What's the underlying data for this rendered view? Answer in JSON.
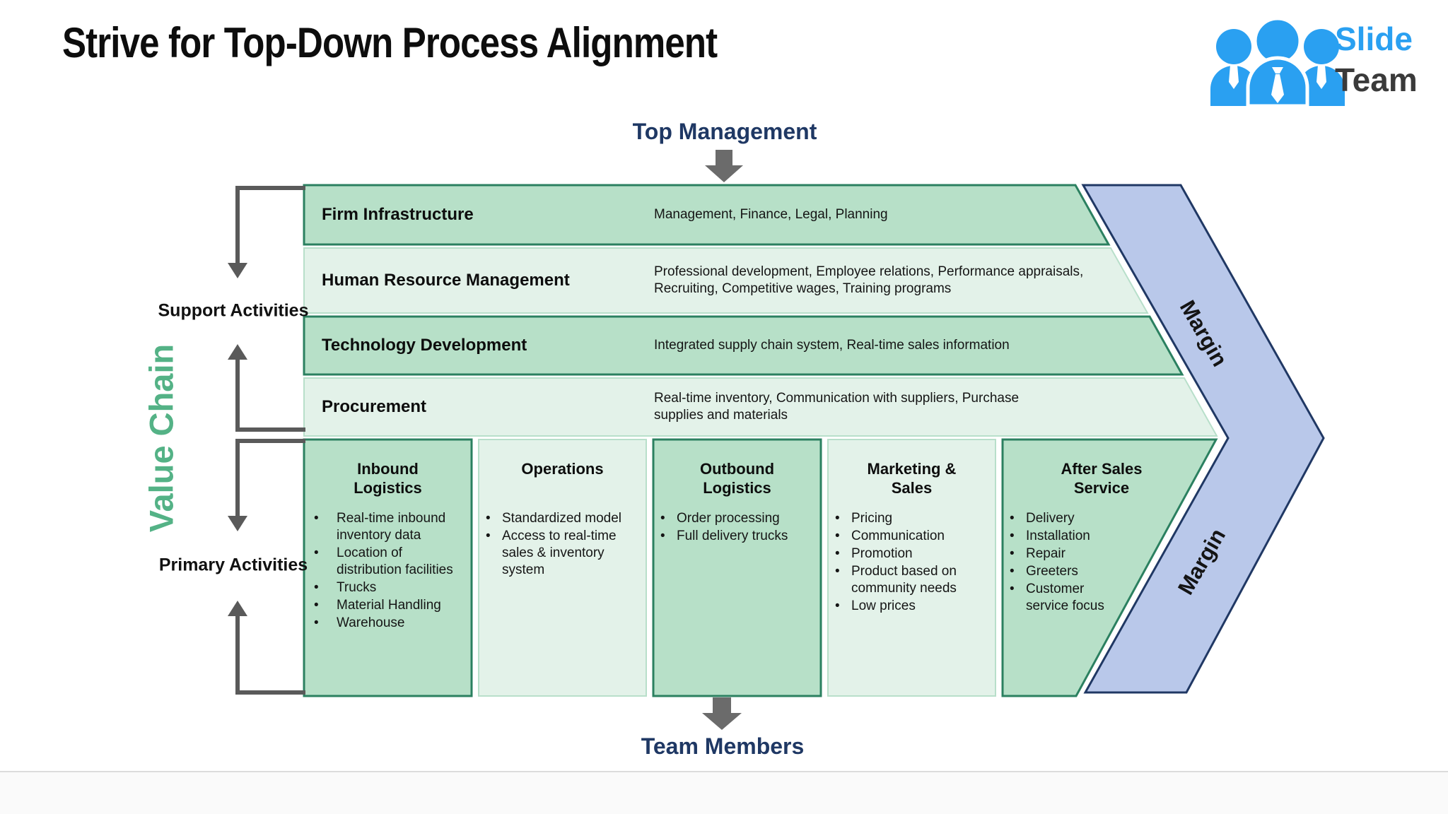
{
  "title": "Strive for Top-Down Process Alignment",
  "logo": {
    "slide": "Slide",
    "team": "Team"
  },
  "labels": {
    "top_management": "Top Management",
    "team_members": "Team Members",
    "value_chain": "Value Chain",
    "support_activities": "Support Activities",
    "primary_activities": "Primary Activities",
    "margin_top": "Margin",
    "margin_bottom": "Margin"
  },
  "support_rows": [
    {
      "label": "Firm Infrastructure",
      "desc": "Management, Finance, Legal, Planning"
    },
    {
      "label": "Human Resource Management",
      "desc": "Professional development, Employee relations, Performance appraisals, Recruiting, Competitive wages, Training programs"
    },
    {
      "label": "Technology Development",
      "desc": "Integrated supply chain system, Real-time sales information"
    },
    {
      "label": "Procurement",
      "desc": "Real-time inventory, Communication with suppliers, Purchase supplies and materials"
    }
  ],
  "primary_columns": [
    {
      "title": "Inbound Logistics",
      "bullets": [
        "Real-time inbound inventory data",
        "Location of distribution facilities",
        "Trucks",
        "Material Handling",
        "Warehouse"
      ]
    },
    {
      "title": "Operations",
      "bullets": [
        "Standardized model",
        "Access to real-time sales & inventory system"
      ]
    },
    {
      "title": "Outbound Logistics",
      "bullets": [
        "Order processing",
        "Full delivery trucks"
      ]
    },
    {
      "title": "Marketing & Sales",
      "bullets": [
        "Pricing",
        "Communication",
        "Promotion",
        "Product based on community needs",
        "Low prices"
      ]
    },
    {
      "title": "After Sales Service",
      "bullets": [
        "Delivery",
        "Installation",
        "Repair",
        "Greeters",
        "Customer service focus"
      ]
    }
  ],
  "colors": {
    "green_dark_fill": "#b7e0c8",
    "green_light_fill": "#e3f2e9",
    "green_border_dark": "#2b8060",
    "green_border_light": "#b8dfca",
    "blue_chevron_fill": "#b9c8ea",
    "blue_chevron_border": "#203864",
    "navy_text": "#1f3864",
    "gray_arrow": "#6b6b6b",
    "value_chain_green": "#54b286",
    "logo_blue": "#2aa0f1"
  }
}
